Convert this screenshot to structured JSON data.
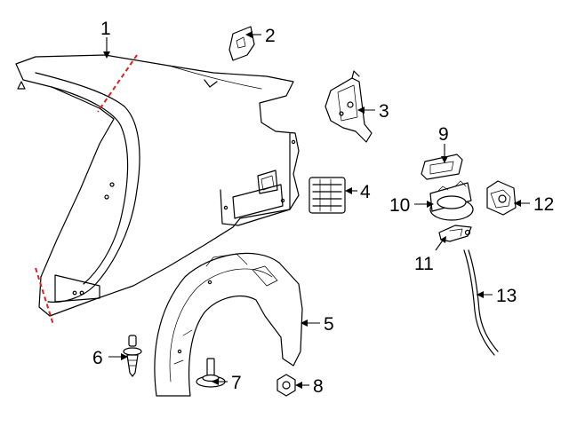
{
  "diagram": {
    "callouts": [
      {
        "id": "1",
        "label": "1"
      },
      {
        "id": "2",
        "label": "2"
      },
      {
        "id": "3",
        "label": "3"
      },
      {
        "id": "4",
        "label": "4"
      },
      {
        "id": "5",
        "label": "5"
      },
      {
        "id": "6",
        "label": "6"
      },
      {
        "id": "7",
        "label": "7"
      },
      {
        "id": "8",
        "label": "8"
      },
      {
        "id": "9",
        "label": "9"
      },
      {
        "id": "10",
        "label": "10"
      },
      {
        "id": "11",
        "label": "11"
      },
      {
        "id": "12",
        "label": "12"
      },
      {
        "id": "13",
        "label": "13"
      }
    ],
    "colors": {
      "line": "#000000",
      "cut_line": "#e02020",
      "background": "#ffffff"
    }
  }
}
